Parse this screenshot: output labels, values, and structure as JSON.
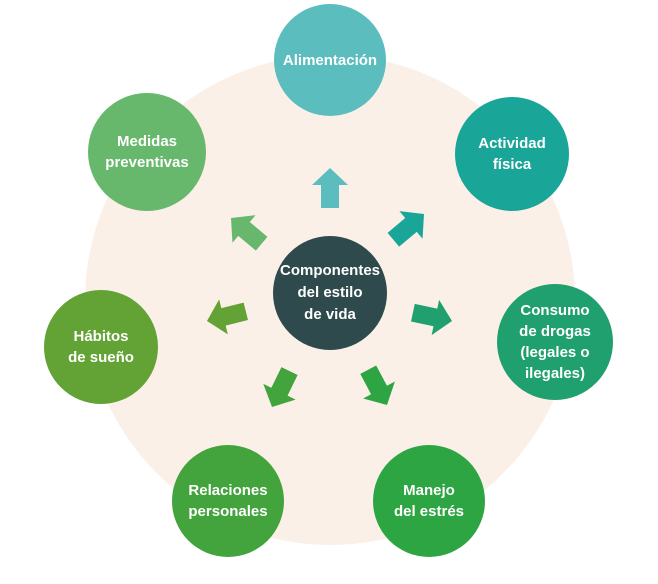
{
  "center": {
    "label": "Componentes\ndel estilo\nde vida"
  },
  "components": [
    {
      "label": "Alimentación"
    },
    {
      "label": "Actividad\nfísica"
    },
    {
      "label": "Consumo\nde drogas\n(legales o\nilegales)"
    },
    {
      "label": "Manejo\ndel estrés"
    },
    {
      "label": "Relaciones\npersonales"
    },
    {
      "label": "Hábitos\nde sueño"
    },
    {
      "label": "Medidas\npreventivas"
    }
  ],
  "colors": {
    "background_circle": "#fbf0e8",
    "center": "#2f4a4c",
    "alimentacion": "#5bbdbe",
    "actividad": "#1aa599",
    "consumo": "#21a06f",
    "manejo": "#2ea543",
    "relaciones": "#43a33d",
    "habitos": "#63a335",
    "medidas": "#67b86c"
  }
}
